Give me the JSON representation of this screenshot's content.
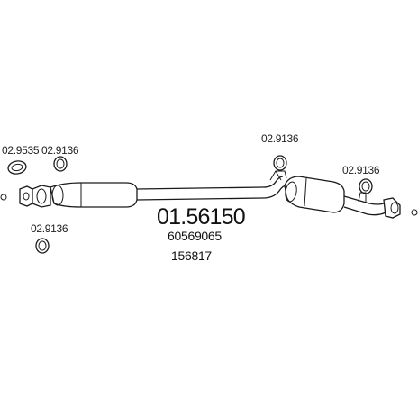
{
  "diagram": {
    "main_part_number": "01.56150",
    "oe_number": "60569065",
    "alt_number": "156817",
    "parts": [
      {
        "id": "gasket-left-large",
        "label": "02.9535"
      },
      {
        "id": "ring-left-top",
        "label": "02.9136"
      },
      {
        "id": "ring-left-bottom",
        "label": "02.9136"
      },
      {
        "id": "ring-center",
        "label": "02.9136"
      },
      {
        "id": "ring-right",
        "label": "02.9136"
      }
    ]
  }
}
